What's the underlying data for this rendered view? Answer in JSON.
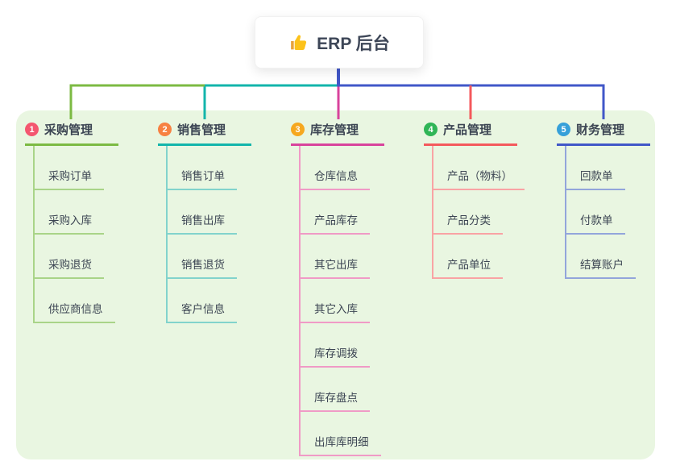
{
  "root": {
    "label": "ERP 后台",
    "icon": "thumbs-up"
  },
  "colors": {
    "page_bg": "#FFFFFF",
    "panel_bg": "#E9F6E1",
    "text": "#3C4553",
    "trunk": "#4157C8"
  },
  "branches": [
    {
      "num": "1",
      "label": "采购管理",
      "badge_color": "#F4566F",
      "line_color": "#7CBA43",
      "child_line_color": "#A9D488",
      "children": [
        "采购订单",
        "采购入库",
        "采购退货",
        "供应商信息"
      ]
    },
    {
      "num": "2",
      "label": "销售管理",
      "badge_color": "#F78142",
      "line_color": "#13B5AB",
      "child_line_color": "#82D3CC",
      "children": [
        "销售订单",
        "销售出库",
        "销售退货",
        "客户信息"
      ]
    },
    {
      "num": "3",
      "label": "库存管理",
      "badge_color": "#F6A81F",
      "line_color": "#D8439C",
      "child_line_color": "#F09AC6",
      "children": [
        "仓库信息",
        "产品库存",
        "其它出库",
        "其它入库",
        "库存调拨",
        "库存盘点",
        "出库库明细"
      ]
    },
    {
      "num": "4",
      "label": "产品管理",
      "badge_color": "#2FB556",
      "line_color": "#F4595C",
      "child_line_color": "#F9A3A4",
      "children": [
        "产品（物料）",
        "产品分类",
        "产品单位"
      ]
    },
    {
      "num": "5",
      "label": "财务管理",
      "badge_color": "#36A0D9",
      "line_color": "#4157C8",
      "child_line_color": "#93A5DB",
      "children": [
        "回款单",
        "付款单",
        "结算账户"
      ]
    }
  ]
}
